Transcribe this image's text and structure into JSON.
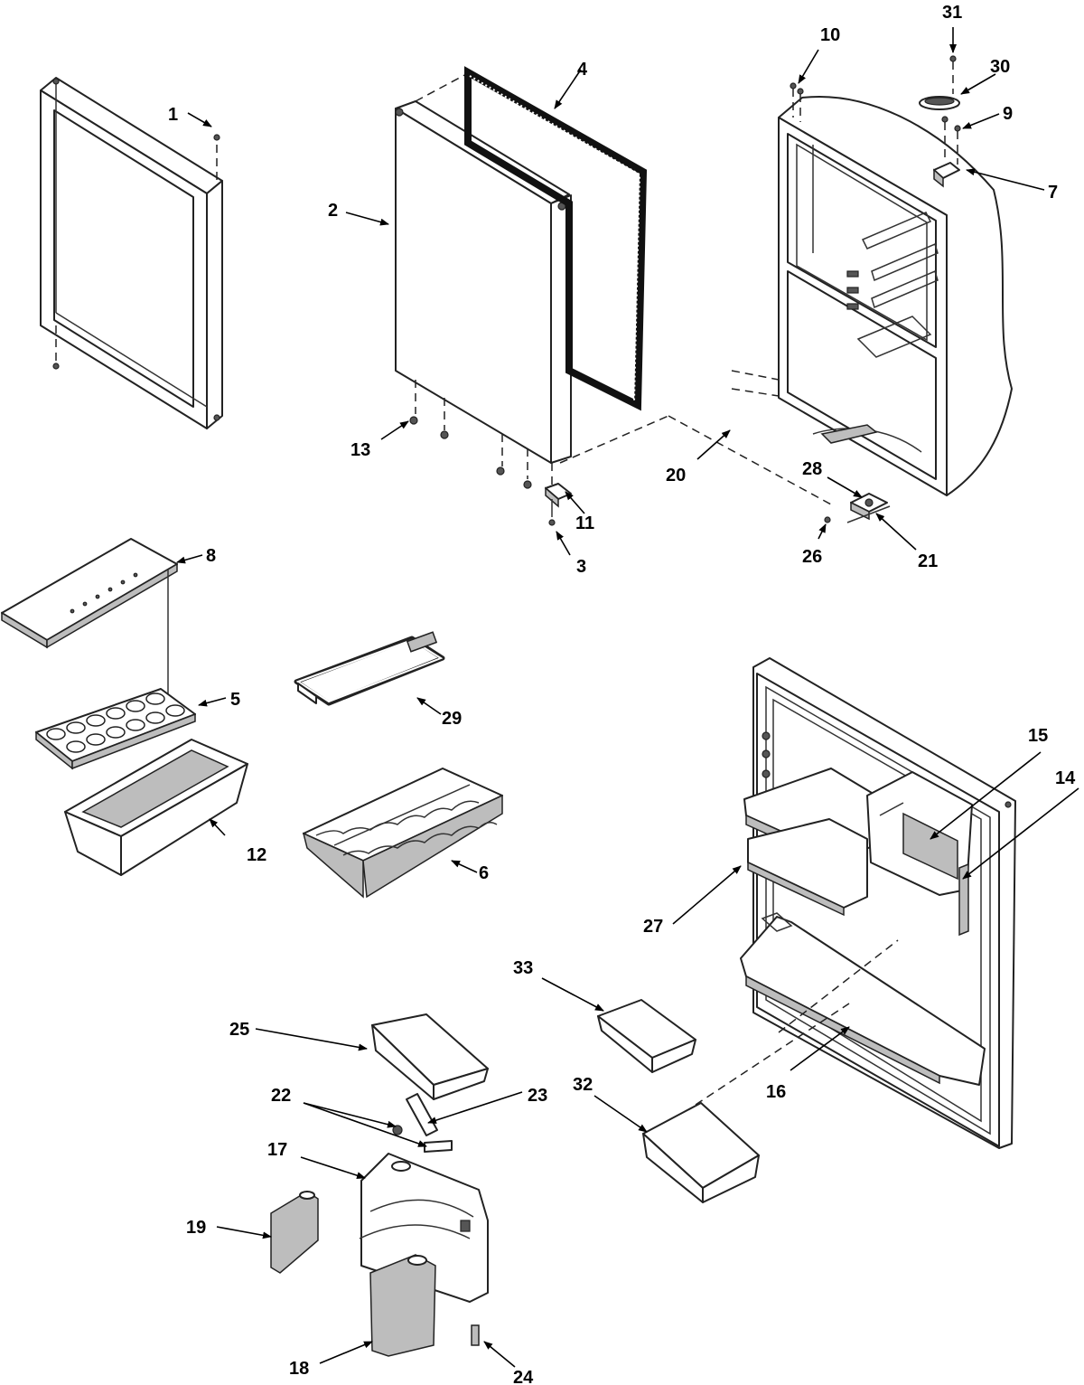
{
  "callouts": [
    {
      "n": "1"
    },
    {
      "n": "2"
    },
    {
      "n": "3"
    },
    {
      "n": "4"
    },
    {
      "n": "5"
    },
    {
      "n": "6"
    },
    {
      "n": "7"
    },
    {
      "n": "8"
    },
    {
      "n": "9"
    },
    {
      "n": "10"
    },
    {
      "n": "11"
    },
    {
      "n": "12"
    },
    {
      "n": "13"
    },
    {
      "n": "14"
    },
    {
      "n": "15"
    },
    {
      "n": "16"
    },
    {
      "n": "17"
    },
    {
      "n": "18"
    },
    {
      "n": "19"
    },
    {
      "n": "20"
    },
    {
      "n": "21"
    },
    {
      "n": "22"
    },
    {
      "n": "23"
    },
    {
      "n": "24"
    },
    {
      "n": "25"
    },
    {
      "n": "26"
    },
    {
      "n": "27"
    },
    {
      "n": "28"
    },
    {
      "n": "29"
    },
    {
      "n": "30"
    },
    {
      "n": "31"
    },
    {
      "n": "32"
    },
    {
      "n": "33"
    }
  ]
}
